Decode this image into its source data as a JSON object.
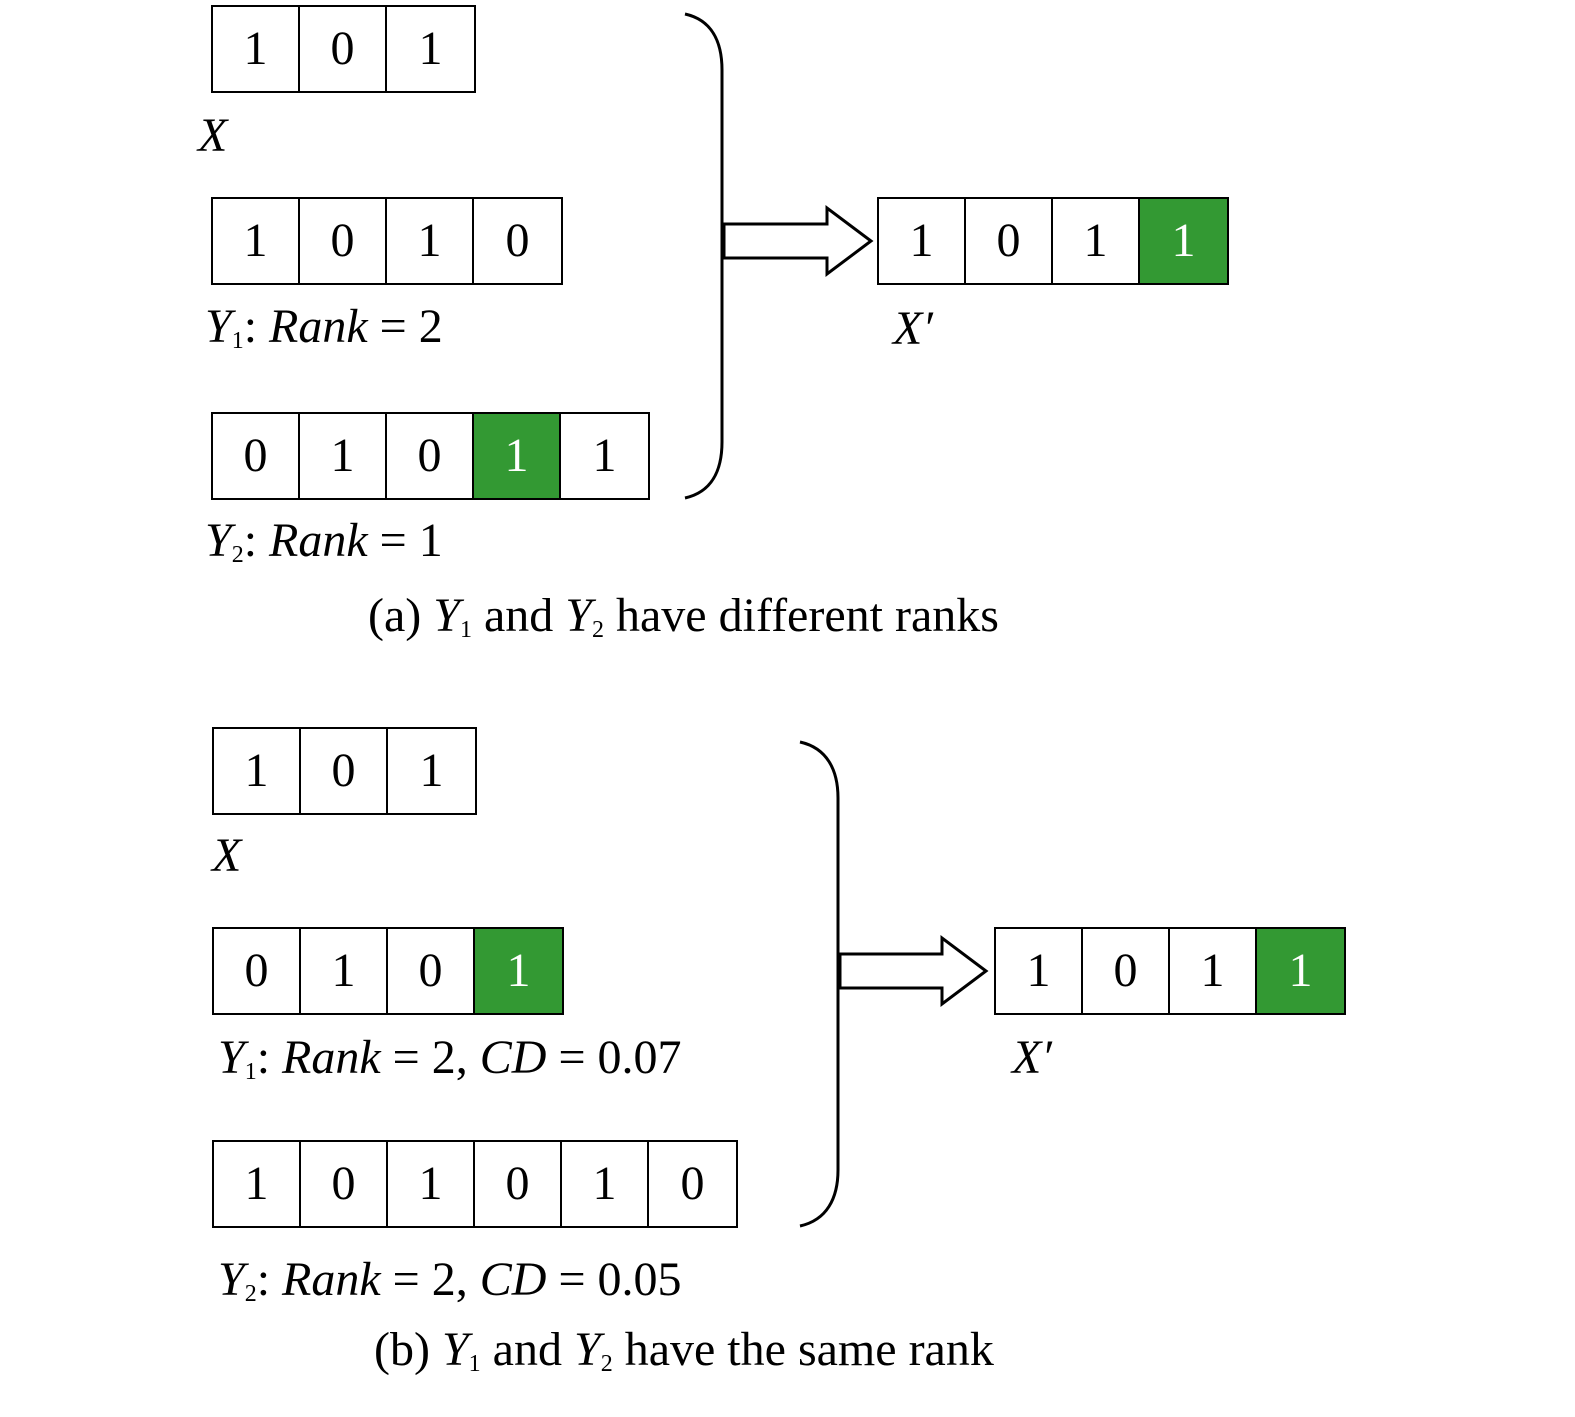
{
  "panel_a": {
    "x": {
      "name": "X",
      "bits": [
        "1",
        "0",
        "1"
      ],
      "highlight": [
        false,
        false,
        false
      ]
    },
    "y1": {
      "name": "Y",
      "sub": "1",
      "info": ": ",
      "rank_label": "Rank",
      "rank_eq": " = 2",
      "bits": [
        "1",
        "0",
        "1",
        "0"
      ],
      "highlight": [
        false,
        false,
        false,
        false
      ]
    },
    "y2": {
      "name": "Y",
      "sub": "2",
      "info": ": ",
      "rank_label": "Rank",
      "rank_eq": " = 1",
      "bits": [
        "0",
        "1",
        "0",
        "1",
        "1"
      ],
      "highlight": [
        false,
        false,
        false,
        true,
        false
      ]
    },
    "result": {
      "name": "X′",
      "bits": [
        "1",
        "0",
        "1",
        "1"
      ],
      "highlight": [
        false,
        false,
        false,
        true
      ]
    },
    "caption": {
      "prefix": "(a) ",
      "y1": "Y",
      "y1_sub": "1",
      "mid": " and ",
      "y2": "Y",
      "y2_sub": "2",
      "suffix": " have different ranks"
    }
  },
  "panel_b": {
    "x": {
      "name": "X",
      "bits": [
        "1",
        "0",
        "1"
      ],
      "highlight": [
        false,
        false,
        false
      ]
    },
    "y1": {
      "name": "Y",
      "sub": "1",
      "info": ": ",
      "rank_label": "Rank",
      "rank_eq": " = 2, ",
      "cd_label": "CD",
      "cd_eq": " = 0.07",
      "bits": [
        "0",
        "1",
        "0",
        "1"
      ],
      "highlight": [
        false,
        false,
        false,
        true
      ]
    },
    "y2": {
      "name": "Y",
      "sub": "2",
      "info": ": ",
      "rank_label": "Rank",
      "rank_eq": " = 2, ",
      "cd_label": "CD",
      "cd_eq": " = 0.05",
      "bits": [
        "1",
        "0",
        "1",
        "0",
        "1",
        "0"
      ],
      "highlight": [
        false,
        false,
        false,
        false,
        false,
        false
      ]
    },
    "result": {
      "name": "X′",
      "bits": [
        "1",
        "0",
        "1",
        "1"
      ],
      "highlight": [
        false,
        false,
        false,
        true
      ]
    },
    "caption": {
      "prefix": "(b) ",
      "y1": "Y",
      "y1_sub": "1",
      "mid": " and ",
      "y2": "Y",
      "y2_sub": "2",
      "suffix": " have the same rank"
    }
  },
  "colors": {
    "highlight": "#339933",
    "stroke": "#000000"
  }
}
